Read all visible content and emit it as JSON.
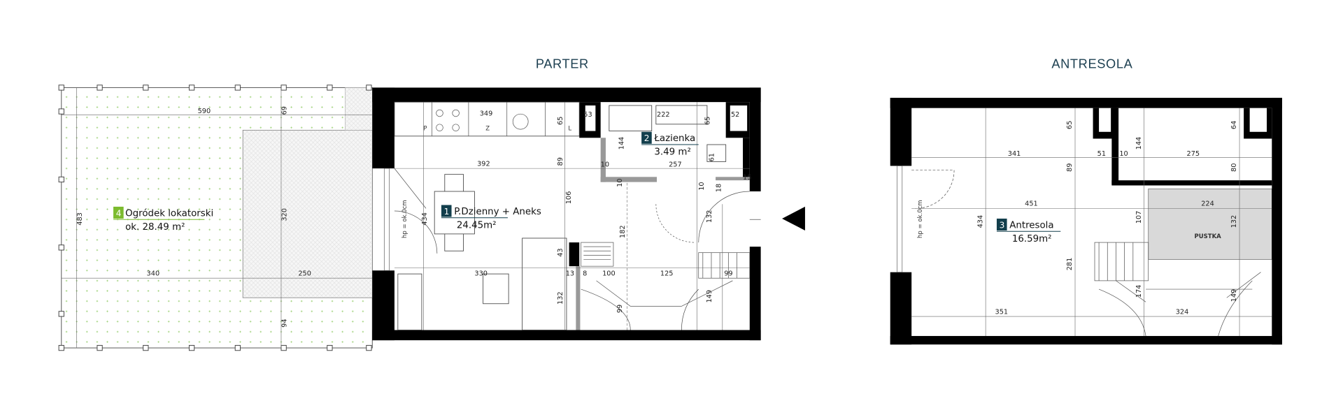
{
  "titles": {
    "ground_floor": "PARTER",
    "mezzanine": "ANTRESOLA"
  },
  "colors": {
    "title": "#1c3f50",
    "room_badge": "#123e4c",
    "garden_badge": "#7cbb2e",
    "void_fill": "#d9d9d9"
  },
  "rooms": [
    {
      "number": "1",
      "name": "P.Dzienny + Aneks",
      "area": "24.45m²"
    },
    {
      "number": "2",
      "name": "Łazienka",
      "area": "3.49  m²"
    },
    {
      "number": "3",
      "name": "Antresola",
      "area": "16.59m²"
    },
    {
      "number": "4",
      "name": "Ogródek lokatorski",
      "area": "ok. 28.49  m²"
    }
  ],
  "void_label": "PUSTKA",
  "entrance_icon": "entrance-arrow-icon",
  "kitchen_marks": [
    "P",
    "Z",
    "L"
  ],
  "parter_dims": [
    "590",
    "69",
    "483",
    "320",
    "340",
    "250",
    "94",
    "349",
    "65",
    "53",
    "222",
    "65",
    "52",
    "144",
    "392",
    "89",
    "10",
    "10",
    "257",
    "61",
    "10",
    "18",
    "15",
    "434",
    "106",
    "182",
    "132",
    "43",
    "330",
    "13",
    "8",
    "100",
    "125",
    "99",
    "132",
    "99",
    "149",
    "hp = ok.0cm"
  ],
  "antresola_dims": [
    "65",
    "64",
    "341",
    "89",
    "51",
    "10",
    "144",
    "275",
    "80",
    "451",
    "224",
    "107",
    "132",
    "434",
    "281",
    "174",
    "149",
    "351",
    "324",
    "hp = ok.0cm"
  ]
}
